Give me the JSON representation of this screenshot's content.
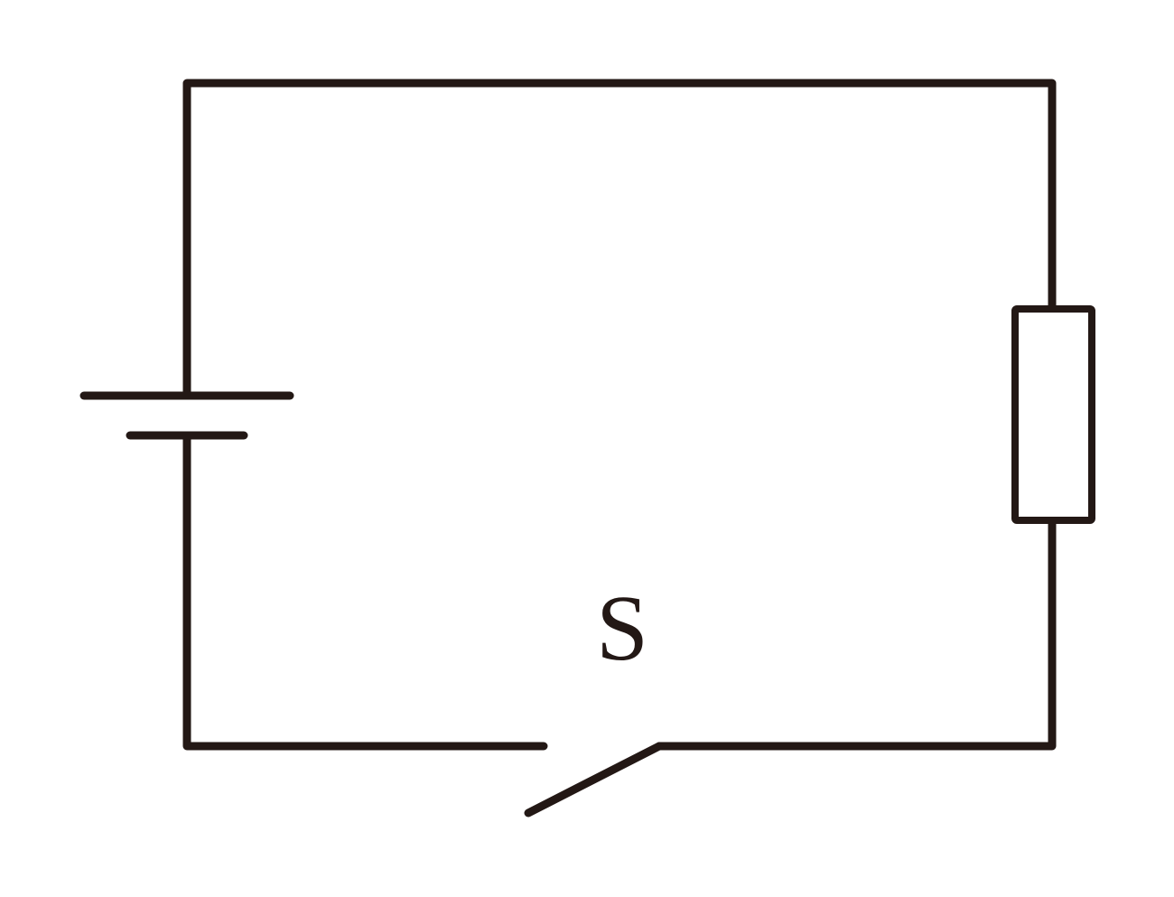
{
  "diagram": {
    "type": "circuit",
    "components": {
      "battery": {
        "kind": "cell"
      },
      "resistor": {
        "kind": "resistor"
      },
      "switch": {
        "kind": "switch",
        "state": "open",
        "label": "S"
      }
    },
    "colors": {
      "stroke": "#231815",
      "background": "#ffffff"
    }
  }
}
